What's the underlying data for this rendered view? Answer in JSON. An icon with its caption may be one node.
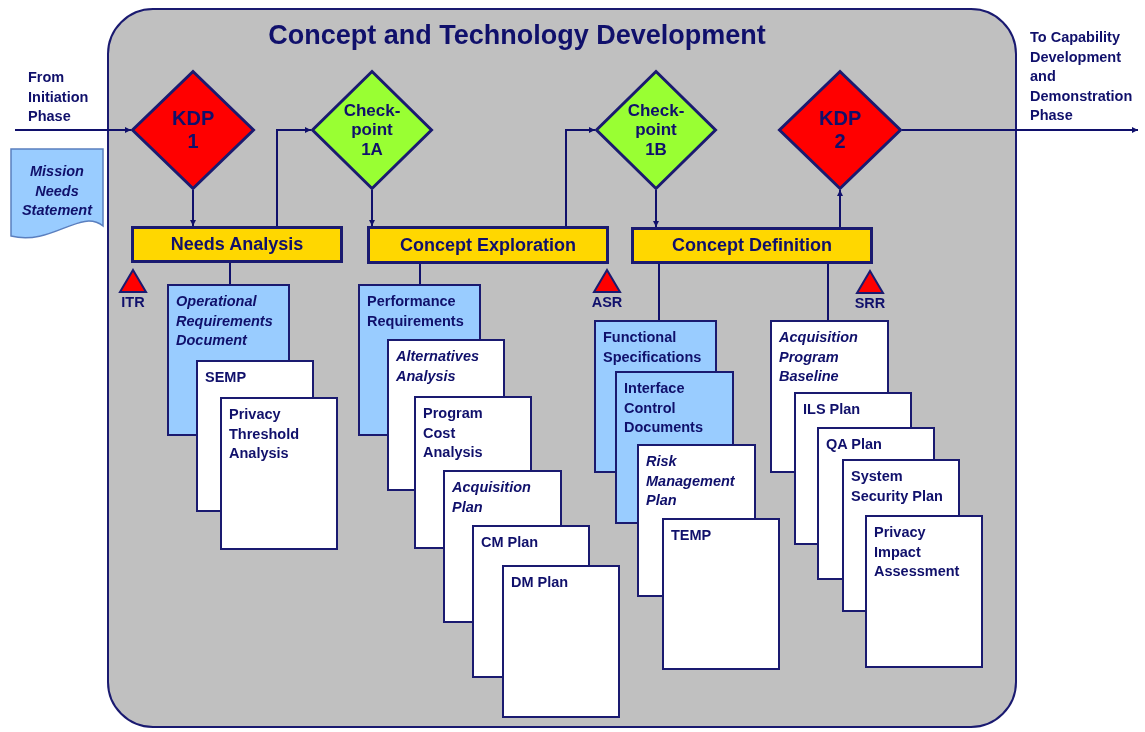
{
  "diagram": {
    "nodes": [
      {
        "text": [
          "Concept and Technology Development"
        ]
      },
      {
        "text": [
          "Mission Needs Statement"
        ]
      },
      {
        "text": [
          "KDP 1"
        ],
        "in": 0
      },
      {
        "text": [
          "Check- point 1A"
        ],
        "in": 0
      },
      {
        "text": [
          "Check- point 1B"
        ],
        "in": 0
      },
      {
        "text": [
          "KDP 2"
        ],
        "in": 0
      },
      {
        "text": [
          "Needs Analysis"
        ],
        "in": 0
      },
      {
        "text": [
          "Concept Exploration"
        ],
        "in": 0
      },
      {
        "text": [
          "Concept Definition"
        ],
        "in": 0
      },
      {
        "text": [
          "Operational Requirements Document"
        ],
        "in": 0
      },
      {
        "text": [
          "SEMP"
        ],
        "in": 0
      },
      {
        "text": [
          "Privacy Threshold Analysis"
        ],
        "in": 0
      },
      {
        "text": [
          "Performance Requirements"
        ],
        "in": 0
      },
      {
        "text": [
          "Alternatives Analysis"
        ],
        "in": 0
      },
      {
        "text": [
          "Program Cost Analysis"
        ],
        "in": 0
      },
      {
        "text": [
          "Acquisition Plan"
        ],
        "in": 0
      },
      {
        "text": [
          "CM Plan"
        ],
        "in": 0
      },
      {
        "text": [
          "DM Plan"
        ],
        "in": 0
      },
      {
        "text": [
          "Functional Specifications"
        ],
        "in": 0
      },
      {
        "text": [
          "Interface Control Documents"
        ],
        "in": 0
      },
      {
        "text": [
          "Risk Management Plan"
        ],
        "in": 0
      },
      {
        "text": [
          "TEMP"
        ],
        "in": 0
      },
      {
        "text": [
          "Acquisition Program Baseline"
        ],
        "in": 0
      },
      {
        "text": [
          "ILS Plan"
        ],
        "in": 0
      },
      {
        "text": [
          "QA Plan"
        ],
        "in": 0
      },
      {
        "text": [
          "System Security Plan"
        ],
        "in": 0
      },
      {
        "text": [
          "Privacy Impact Assessment"
        ],
        "in": 0
      },
      {
        "text": [
          "From Initiation Phase"
        ]
      },
      {
        "text": [
          "To Capability Development and Demonstration Phase"
        ]
      }
    ],
    "edges": [
      {
        "from": 27,
        "to": 2,
        "arrow": "to"
      },
      {
        "from": 2,
        "to": 6,
        "arrow": "to"
      },
      {
        "from": 6,
        "to": 3,
        "arrow": "to"
      },
      {
        "from": 3,
        "to": 7,
        "arrow": "to"
      },
      {
        "from": 7,
        "to": 4,
        "arrow": "to"
      },
      {
        "from": 4,
        "to": 8,
        "arrow": "to"
      },
      {
        "from": 8,
        "to": 5,
        "arrow": "to"
      },
      {
        "from": 5,
        "to": 28,
        "arrow": "to"
      },
      {
        "from": 6,
        "to": 9,
        "arrow": "none"
      },
      {
        "from": 7,
        "to": 12,
        "arrow": "none"
      },
      {
        "from": 8,
        "to": 18,
        "arrow": "none"
      },
      {
        "from": 8,
        "to": 22,
        "arrow": "none"
      }
    ],
    "labels": [
      "ITR",
      "ASR",
      "SRR"
    ]
  }
}
